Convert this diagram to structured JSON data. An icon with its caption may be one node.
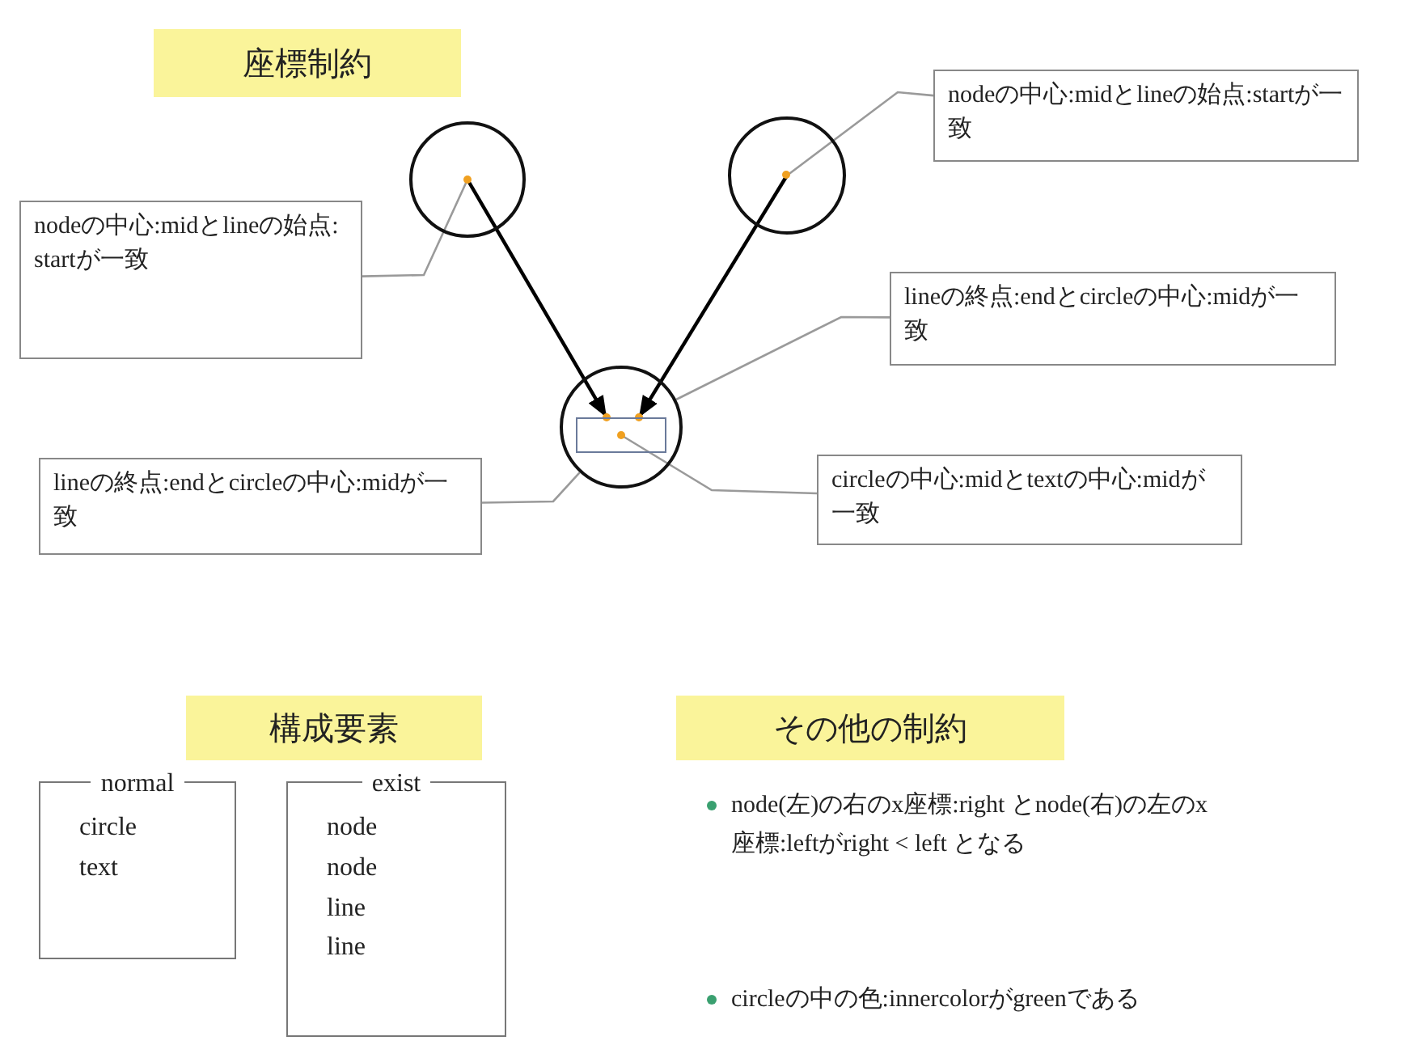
{
  "diagram": {
    "nodes": [
      {
        "text": [
          "座標制約"
        ]
      },
      {
        "text": [],
        "shape": "circle"
      },
      {
        "text": [],
        "shape": "circle"
      },
      {
        "text": [],
        "shape": "circle"
      },
      {
        "text": [],
        "shape": "box",
        "in": 3
      },
      {
        "text": [
          "nodeの中心:midとlineの始点:startが一致"
        ]
      },
      {
        "text": [
          "nodeの中心:midとlineの始点:startが一致"
        ]
      },
      {
        "text": [
          "lineの終点:endとcircleの中心:midが一致"
        ]
      },
      {
        "text": [
          "lineの終点:endとcircleの中心:midが一致"
        ]
      },
      {
        "text": [
          "circleの中心:midとtextの中心:midが一致"
        ]
      },
      {
        "text": [
          "構成要素"
        ]
      },
      {
        "text": [
          "その他の制約"
        ]
      },
      {
        "text": [
          "normal",
          "circle",
          "text"
        ]
      },
      {
        "text": [
          "exist",
          "node",
          "node",
          "line",
          "line"
        ]
      }
    ],
    "edges": [
      {
        "from": 1,
        "to": 3,
        "arrow": "to",
        "color": "#000000"
      },
      {
        "from": 2,
        "to": 3,
        "arrow": "to",
        "color": "#000000"
      },
      {
        "from": 5,
        "to": 1,
        "arrow": "none"
      },
      {
        "from": 6,
        "to": 2,
        "arrow": "none"
      },
      {
        "from": 7,
        "to": 3,
        "arrow": "none"
      },
      {
        "from": 8,
        "to": 3,
        "arrow": "none"
      },
      {
        "from": 9,
        "to": 4,
        "arrow": "none"
      }
    ],
    "labels": [
      "node(左)の右のx座標:right とnode(右)の左のx座標:leftがright < left となる",
      "circleの中の色:innercolorがgreenである"
    ]
  }
}
